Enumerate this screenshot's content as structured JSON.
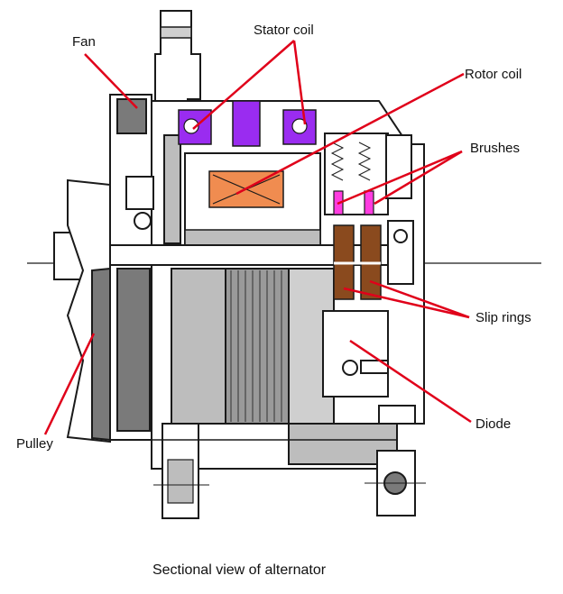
{
  "labels": {
    "fan": "Fan",
    "stator_coil": "Stator coil",
    "rotor_coil": "Rotor coil",
    "brushes": "Brushes",
    "slip_rings": "Slip rings",
    "diode": "Diode",
    "pulley": "Pulley"
  },
  "caption": "Sectional view of alternator",
  "colors": {
    "leader_lines": "#e0001a",
    "stator_coil": "#9a2cf0",
    "rotor_coil": "#f08c50",
    "brushes": "#ff3ce0",
    "slip_rings": "#8a4a1e",
    "housing_gray": "#bdbdbd",
    "dark_gray": "#7a7a7a",
    "outline": "#1a1a1a"
  }
}
